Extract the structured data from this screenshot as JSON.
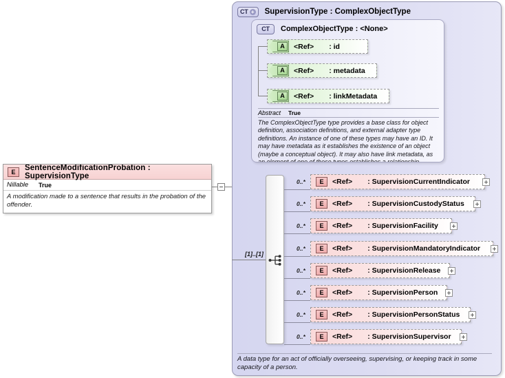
{
  "left_element": {
    "badge": "E",
    "title": "SentenceModificationProbation : SupervisionType",
    "property_key": "Nillable",
    "property_value": "True",
    "documentation": "A modification made to a sentence that results in the probation of the offender."
  },
  "complex_type": {
    "badge": "CT",
    "expand_glyph": "+",
    "title": "SupervisionType : ComplexObjectType",
    "documentation": "A data type for an act of officially overseeing, supervising, or keeping track in some capacity of a person."
  },
  "base_type": {
    "badge": "CT",
    "title": "ComplexObjectType : <None>",
    "abstract_key": "Abstract",
    "abstract_value": "True",
    "documentation": "The ComplexObjectType type provides a base class for object definition, association definitions, and external adapter type definitions. An instance of one of these types may have an ID. It may have metadata as it establishes the existence of an object (maybe a conceptual object). It may also have link metadata, as an element of one of these types establishes a relationship between its value and its context.",
    "attributes": [
      {
        "badge": "A",
        "ref": "<Ref>",
        "name": ": id"
      },
      {
        "badge": "A",
        "ref": "<Ref>",
        "name": ": metadata"
      },
      {
        "badge": "A",
        "ref": "<Ref>",
        "name": ": linkMetadata"
      }
    ]
  },
  "sequence": {
    "cardinality": "[1]..[1]",
    "icon": "sequence-icon"
  },
  "elements": [
    {
      "badge": "E",
      "ref": "<Ref>",
      "name": ": SupervisionCurrentIndicator",
      "cardinality": "0..*",
      "expand": "+"
    },
    {
      "badge": "E",
      "ref": "<Ref>",
      "name": ": SupervisionCustodyStatus",
      "cardinality": "0..*",
      "expand": "+"
    },
    {
      "badge": "E",
      "ref": "<Ref>",
      "name": ": SupervisionFacility",
      "cardinality": "0..*",
      "expand": "+"
    },
    {
      "badge": "E",
      "ref": "<Ref>",
      "name": ": SupervisionMandatoryIndicator",
      "cardinality": "0..*",
      "expand": "+"
    },
    {
      "badge": "E",
      "ref": "<Ref>",
      "name": ": SupervisionRelease",
      "cardinality": "0..*",
      "expand": "+"
    },
    {
      "badge": "E",
      "ref": "<Ref>",
      "name": ": SupervisionPerson",
      "cardinality": "0..*",
      "expand": "+"
    },
    {
      "badge": "E",
      "ref": "<Ref>",
      "name": ": SupervisionPersonStatus",
      "cardinality": "0..*",
      "expand": "+"
    },
    {
      "badge": "E",
      "ref": "<Ref>",
      "name": ": SupervisionSupervisor",
      "cardinality": "0..*",
      "expand": "+"
    }
  ],
  "colors": {
    "element_fill": "#fad9d9",
    "attribute_fill": "#d8f0cf",
    "complextype_fill": "#d5d6f0",
    "connector": "#808080"
  }
}
